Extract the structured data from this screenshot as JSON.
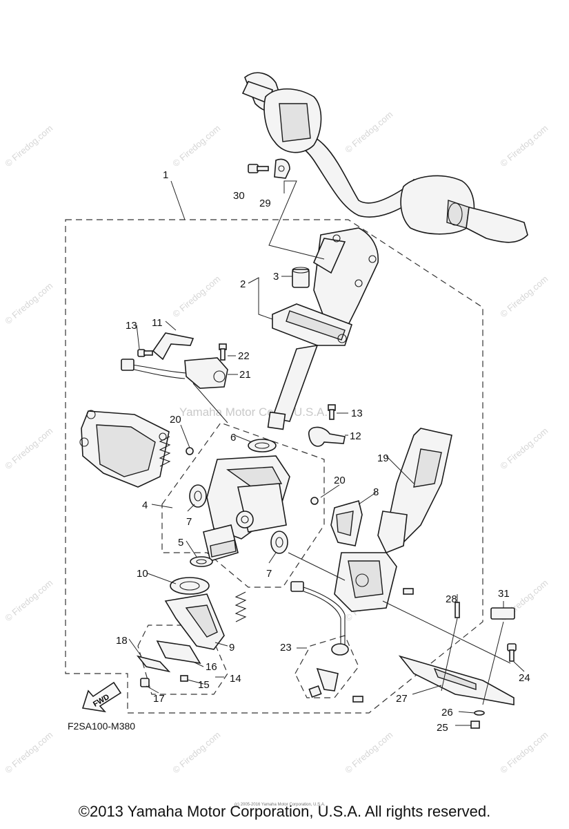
{
  "diagram_code": "F2SA100-M380",
  "copyright": "©2013 Yamaha Motor Corporation, U.S.A. All rights reserved.",
  "small_copyright": "(c) 2005-2016 Yamaha Motor Corporation, U.S.A.",
  "center_watermark": "Yamaha Motor Corp., U.S.A.",
  "watermark_text": "© Firedog.com",
  "fwd_label": "FWD",
  "callouts": [
    "1",
    "2",
    "3",
    "4",
    "5",
    "6",
    "7",
    "7",
    "8",
    "9",
    "10",
    "11",
    "12",
    "13",
    "13",
    "14",
    "15",
    "16",
    "17",
    "18",
    "19",
    "20",
    "20",
    "21",
    "22",
    "23",
    "24",
    "25",
    "26",
    "27",
    "28",
    "29",
    "30",
    "31"
  ]
}
